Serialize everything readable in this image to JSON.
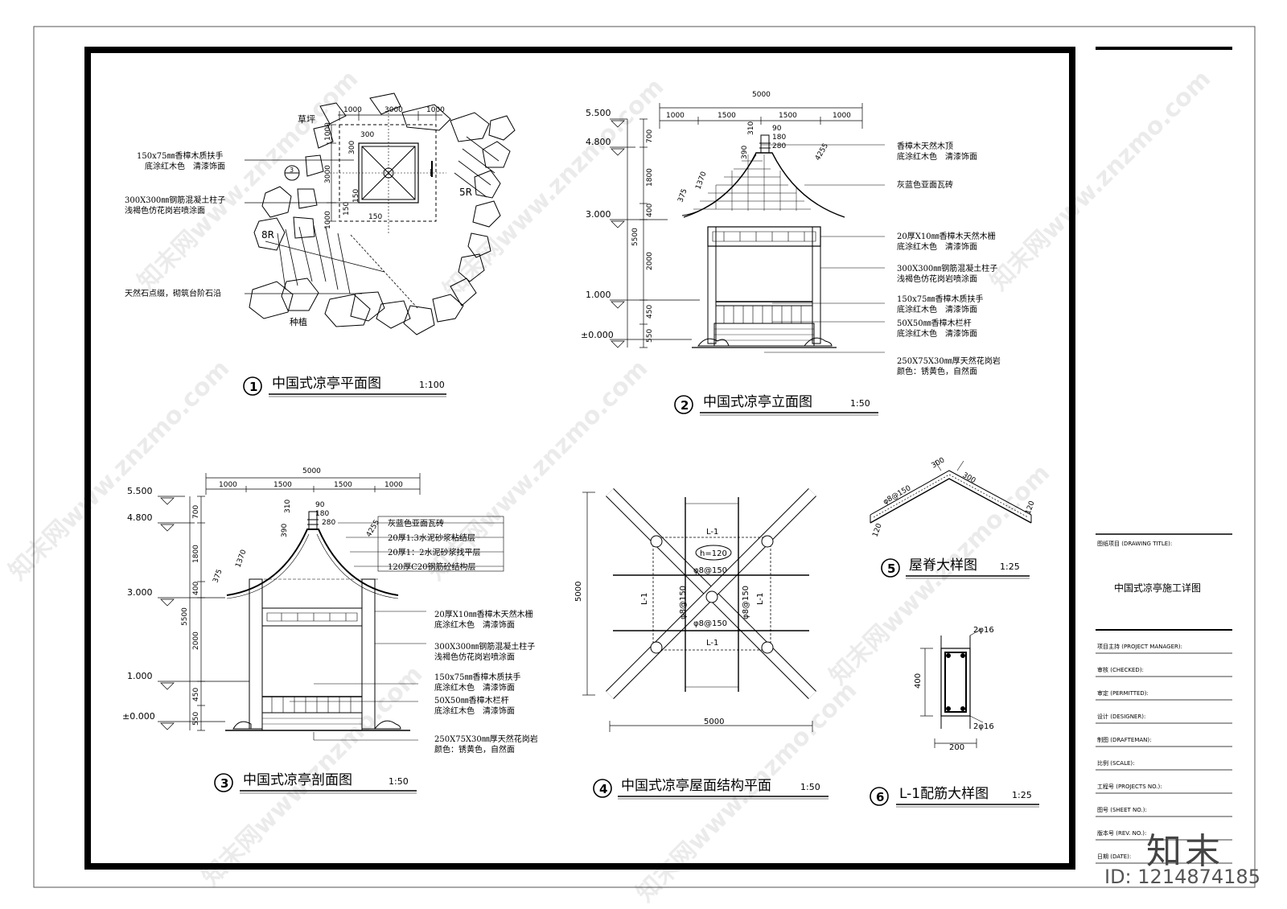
{
  "titles": {
    "v1": {
      "num": "1",
      "label": "中国式凉亭平面图",
      "scale": "1:100"
    },
    "v2": {
      "num": "2",
      "label": "中国式凉亭立面图",
      "scale": "1:50"
    },
    "v3": {
      "num": "3",
      "label": "中国式凉亭剖面图",
      "scale": "1:50"
    },
    "v4": {
      "num": "4",
      "label": "中国式凉亭屋面结构平面",
      "scale": "1:50"
    },
    "v5": {
      "num": "5",
      "label": "屋脊大样图",
      "scale": "1:25"
    },
    "v6": {
      "num": "6",
      "label": "L-1配筋大样图",
      "scale": "1:25"
    }
  },
  "plan": {
    "grass": "草坪",
    "plant": "种植",
    "n1": "150x75㎜香樟木质扶手",
    "n2": "底涂红木色　清漆饰面",
    "n3": "300X300㎜钢筋混凝土柱子",
    "n4": "浅褐色仿花岗岩喷涂面",
    "n5": "天然石点缀，砌筑台阶石沿",
    "d1": "1000",
    "d2": "3000",
    "d3": "1000",
    "d4": "1000",
    "d5": "3000",
    "d6": "1000",
    "d7": "300",
    "d8": "300",
    "d9": "150",
    "d10": "150",
    "d11": "150",
    "r1": "8R",
    "r2": "5R",
    "sec": "3",
    "mark": "I"
  },
  "elev": {
    "top": "5000",
    "s1": "1000",
    "s2": "1500",
    "s3": "1500",
    "s4": "1000",
    "lv1": "5.500",
    "lv2": "4.800",
    "lv3": "3.000",
    "lv4": "1.000",
    "lv5": "±0.000",
    "h1": "700",
    "h2": "1800",
    "h3": "400",
    "h4": "2000",
    "h5": "450",
    "h6": "550",
    "ht": "5500",
    "r1": "310",
    "r2": "90",
    "r3": "180",
    "r4": "280",
    "r5": "390",
    "r6": "1370",
    "r7": "375",
    "r8": "4255",
    "n1": "香樟木天然木顶",
    "n2": "底涂红木色　清漆饰面",
    "n3": "灰蓝色亚面瓦砖",
    "n4": "20厚X10㎜香樟木天然木栅",
    "n5": "底涂红木色　清漆饰面",
    "n6": "300X300㎜钢筋混凝土柱子",
    "n7": "浅褐色仿花岗岩喷涂面",
    "n8": "150x75㎜香樟木质扶手",
    "n9": "底涂红木色　清漆饰面",
    "n10": "50X50㎜香樟木栏杆",
    "n11": "底涂红木色　清漆饰面",
    "n12": "250X75X30㎜厚天然花岗岩",
    "n13": "颜色：锈黄色，自然面"
  },
  "sect": {
    "top": "5000",
    "s1": "1000",
    "s2": "1500",
    "s3": "1500",
    "s4": "1000",
    "lv1": "5.500",
    "lv2": "4.800",
    "lv3": "3.000",
    "lv4": "1.000",
    "lv5": "±0.000",
    "h1": "700",
    "h2": "1800",
    "h3": "400",
    "h4": "2000",
    "h5": "450",
    "h6": "550",
    "ht": "5500",
    "r1": "310",
    "r2": "90",
    "r3": "180",
    "r4": "280",
    "r5": "390",
    "r6": "1370",
    "r7": "375",
    "r8": "4255",
    "n1": "灰蓝色亚面瓦砖",
    "n2": "20厚1:3水泥砂浆粘结层",
    "n3": "20厚1：2水泥砂浆找平层",
    "n4": "120厚C20钢筋砼结构层",
    "n5": "20厚X10㎜香樟木天然木栅",
    "n6": "底涂红木色　清漆饰面",
    "n7": "300X300㎜钢筋混凝土柱子",
    "n8": "浅褐色仿花岗岩喷涂面",
    "n9": "150x75㎜香樟木质扶手",
    "n10": "底涂红木色　清漆饰面",
    "n11": "50X50㎜香樟木栏杆",
    "n12": "底涂红木色　清漆饰面",
    "n13": "250X75X30㎜厚天然花岗岩",
    "n14": "颜色：锈黄色，自然面"
  },
  "roof": {
    "w": "5000",
    "h": "5000",
    "b1": "L-1",
    "b2": "L-1",
    "b3": "L-1",
    "b4": "L-1",
    "th": "h=120",
    "r1": "φ8@150",
    "r2": "φ8@150",
    "r3": "φ8@150",
    "r4": "φ8@150"
  },
  "ridge": {
    "a": "300",
    "b": "300",
    "c": "φ8@150",
    "d": "120",
    "e": "120"
  },
  "beam": {
    "top": "2φ16",
    "bot": "2φ16",
    "h": "400",
    "w": "200"
  },
  "titleblock": {
    "r1": "图纸项目 (DRAWING TITLE):",
    "title": "中国式凉亭施工详图",
    "r2": "项目主持 (PROJECT MANAGER):",
    "r3": "审核 (CHECKED):",
    "r4": "审定 (PERMITTED):",
    "r5": "设计 (DESIGNER):",
    "r6": "制图 (DRAFTEMAN):",
    "r7": "比例 (SCALE):",
    "r8": "工程号 (PROJECTS NO.):",
    "r9": "图号 (SHEET NO.):",
    "r10": "版本号 (REV. NO.):",
    "r11": "日期 (DATE):"
  },
  "brand": {
    "logo": "知末",
    "id": "ID: 1214874185",
    "wm": "知末网www.znzmo.com"
  }
}
